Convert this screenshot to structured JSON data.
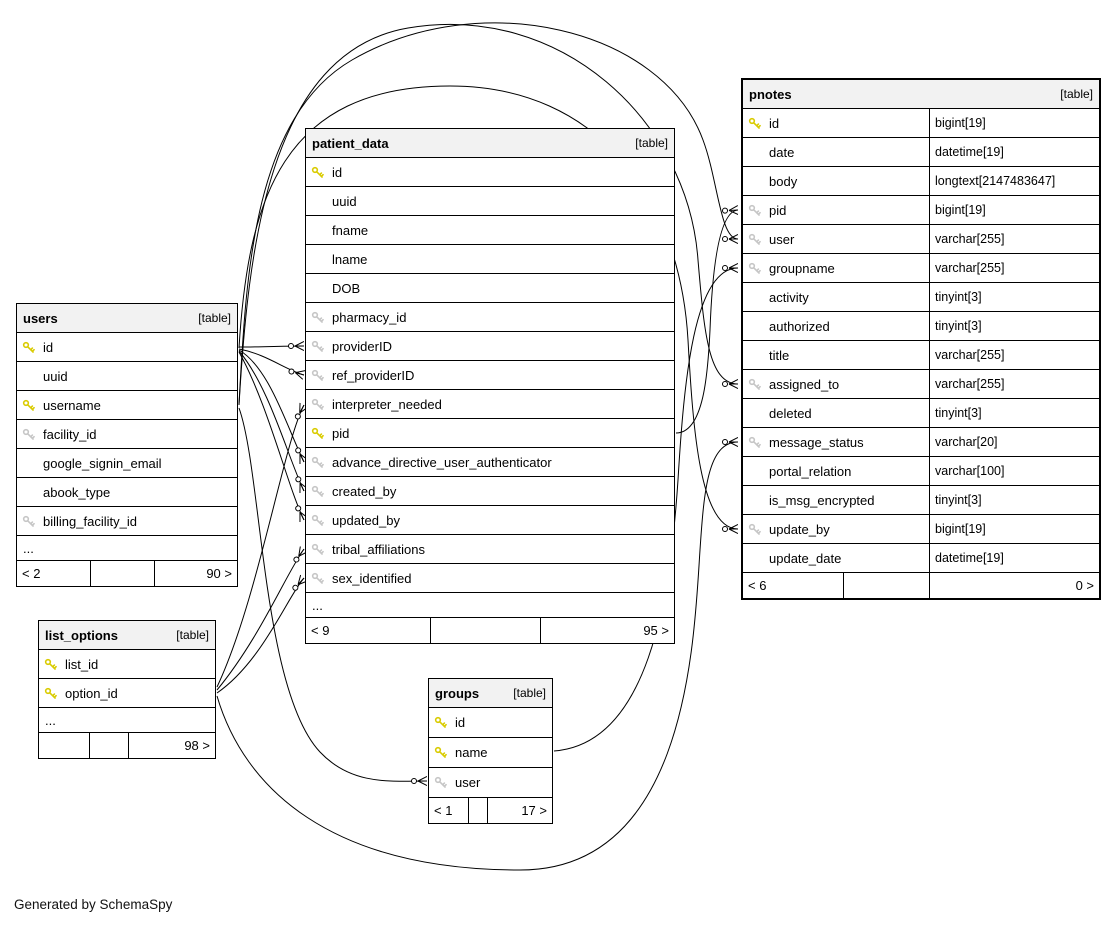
{
  "diagram": {
    "generator_note": "Generated by SchemaSpy"
  },
  "colors": {
    "primary_key": "#d9cb00",
    "foreign_key": "#c6c6c6",
    "header_bg": "#f2f2f2",
    "border": "#000000"
  },
  "tables": [
    {
      "id": "users",
      "name": "users",
      "badge": "[table]",
      "has_types": false,
      "columns": [
        {
          "name": "id",
          "key": "pk"
        },
        {
          "name": "uuid",
          "key": ""
        },
        {
          "name": "username",
          "key": "pk"
        },
        {
          "name": "facility_id",
          "key": "fk"
        },
        {
          "name": "google_signin_email",
          "key": ""
        },
        {
          "name": "abook_type",
          "key": ""
        },
        {
          "name": "billing_facility_id",
          "key": "fk"
        },
        {
          "name": "...",
          "key": "",
          "ellipsis": true
        }
      ],
      "footer": {
        "left": "< 2",
        "mid": "",
        "right": "90 >"
      }
    },
    {
      "id": "patient_data",
      "name": "patient_data",
      "badge": "[table]",
      "has_types": false,
      "columns": [
        {
          "name": "id",
          "key": "pk"
        },
        {
          "name": "uuid",
          "key": ""
        },
        {
          "name": "fname",
          "key": ""
        },
        {
          "name": "lname",
          "key": ""
        },
        {
          "name": "DOB",
          "key": ""
        },
        {
          "name": "pharmacy_id",
          "key": "fk"
        },
        {
          "name": "providerID",
          "key": "fk"
        },
        {
          "name": "ref_providerID",
          "key": "fk"
        },
        {
          "name": "interpreter_needed",
          "key": "fk"
        },
        {
          "name": "pid",
          "key": "pk"
        },
        {
          "name": "advance_directive_user_authenticator",
          "key": "fk"
        },
        {
          "name": "created_by",
          "key": "fk"
        },
        {
          "name": "updated_by",
          "key": "fk"
        },
        {
          "name": "tribal_affiliations",
          "key": "fk"
        },
        {
          "name": "sex_identified",
          "key": "fk"
        },
        {
          "name": "...",
          "key": "",
          "ellipsis": true
        }
      ],
      "footer": {
        "left": "< 9",
        "mid": "",
        "right": "95 >"
      }
    },
    {
      "id": "pnotes",
      "name": "pnotes",
      "badge": "[table]",
      "has_types": true,
      "columns": [
        {
          "name": "id",
          "key": "pk",
          "type": "bigint[19]"
        },
        {
          "name": "date",
          "key": "",
          "type": "datetime[19]"
        },
        {
          "name": "body",
          "key": "",
          "type": "longtext[2147483647]"
        },
        {
          "name": "pid",
          "key": "fk",
          "type": "bigint[19]"
        },
        {
          "name": "user",
          "key": "fk",
          "type": "varchar[255]"
        },
        {
          "name": "groupname",
          "key": "fk",
          "type": "varchar[255]"
        },
        {
          "name": "activity",
          "key": "",
          "type": "tinyint[3]"
        },
        {
          "name": "authorized",
          "key": "",
          "type": "tinyint[3]"
        },
        {
          "name": "title",
          "key": "",
          "type": "varchar[255]"
        },
        {
          "name": "assigned_to",
          "key": "fk",
          "type": "varchar[255]"
        },
        {
          "name": "deleted",
          "key": "",
          "type": "tinyint[3]"
        },
        {
          "name": "message_status",
          "key": "fk",
          "type": "varchar[20]"
        },
        {
          "name": "portal_relation",
          "key": "",
          "type": "varchar[100]"
        },
        {
          "name": "is_msg_encrypted",
          "key": "",
          "type": "tinyint[3]"
        },
        {
          "name": "update_by",
          "key": "fk",
          "type": "bigint[19]"
        },
        {
          "name": "update_date",
          "key": "",
          "type": "datetime[19]"
        }
      ],
      "footer": {
        "left": "< 6",
        "mid": "",
        "right": "0 >"
      }
    },
    {
      "id": "list_options",
      "name": "list_options",
      "badge": "[table]",
      "has_types": false,
      "columns": [
        {
          "name": "list_id",
          "key": "pk"
        },
        {
          "name": "option_id",
          "key": "pk"
        },
        {
          "name": "...",
          "key": "",
          "ellipsis": true
        }
      ],
      "footer": {
        "left": "",
        "mid": "",
        "right": "98 >"
      }
    },
    {
      "id": "groups",
      "name": "groups",
      "badge": "[table]",
      "has_types": false,
      "columns": [
        {
          "name": "id",
          "key": "pk"
        },
        {
          "name": "name",
          "key": "pk"
        },
        {
          "name": "user",
          "key": "fk"
        }
      ],
      "footer": {
        "left": "< 1",
        "mid": "",
        "right": "17 >"
      }
    }
  ],
  "relationships": [
    {
      "from": "users.id",
      "to": "patient_data.providerID"
    },
    {
      "from": "users.id",
      "to": "patient_data.ref_providerID"
    },
    {
      "from": "users.id",
      "to": "patient_data.advance_directive_user_authenticator"
    },
    {
      "from": "users.id",
      "to": "patient_data.created_by"
    },
    {
      "from": "users.id",
      "to": "patient_data.updated_by"
    },
    {
      "from": "list_options.option_id",
      "to": "patient_data.interpreter_needed"
    },
    {
      "from": "list_options.option_id",
      "to": "patient_data.tribal_affiliations"
    },
    {
      "from": "list_options.option_id",
      "to": "patient_data.sex_identified"
    },
    {
      "from": "patient_data.pid",
      "to": "pnotes.pid"
    },
    {
      "from": "users.username",
      "to": "pnotes.user"
    },
    {
      "from": "groups.name",
      "to": "pnotes.groupname"
    },
    {
      "from": "users.username",
      "to": "pnotes.assigned_to"
    },
    {
      "from": "list_options.option_id",
      "to": "pnotes.message_status"
    },
    {
      "from": "users.id",
      "to": "pnotes.update_by"
    },
    {
      "from": "users.username",
      "to": "groups.user"
    }
  ]
}
